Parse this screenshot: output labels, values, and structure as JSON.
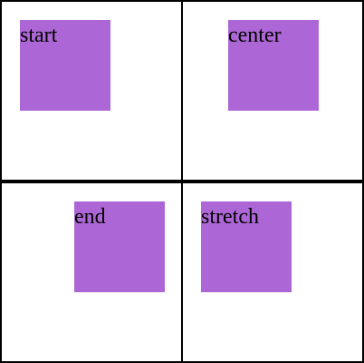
{
  "colors": {
    "box_fill": "#ad66d5",
    "border": "#000000",
    "background": "#ffffff"
  },
  "cells": [
    {
      "label": "start"
    },
    {
      "label": "center"
    },
    {
      "label": "end"
    },
    {
      "label": "stretch"
    }
  ]
}
